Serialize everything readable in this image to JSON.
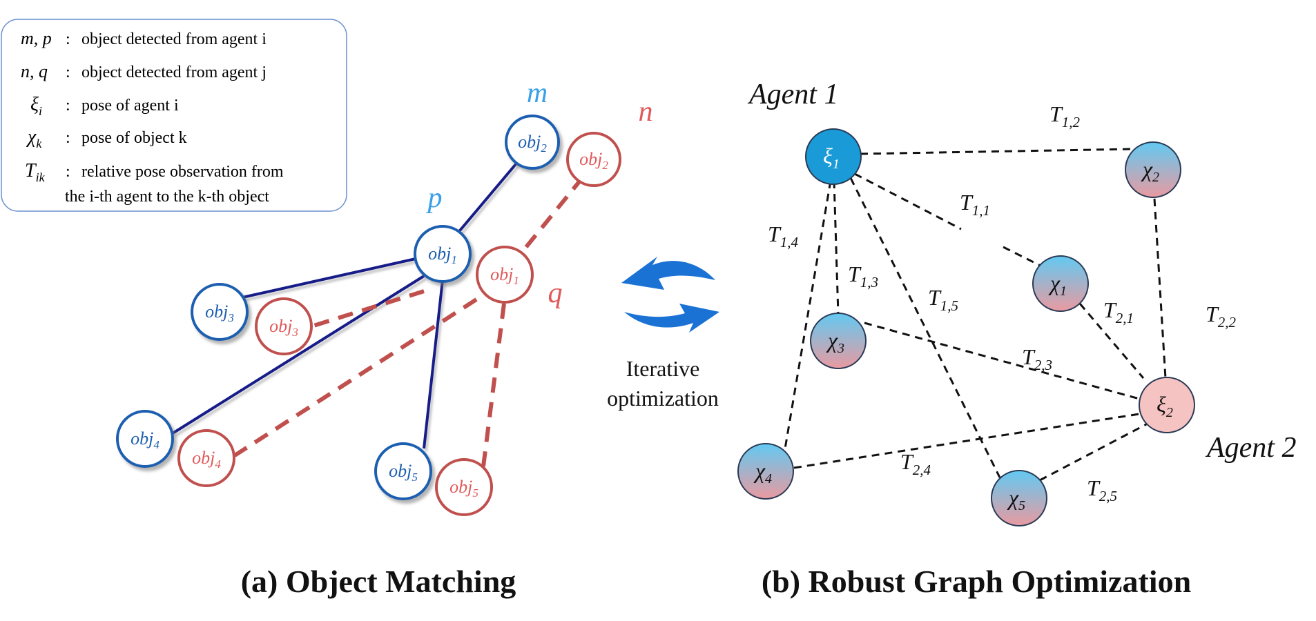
{
  "legend": {
    "rows": [
      {
        "symbol": "m, p",
        "colon": ":",
        "description": "object detected from agent i"
      },
      {
        "symbol": "n, q",
        "colon": ":",
        "description": "object detected from agent j"
      },
      {
        "symbol": "ξi",
        "colon": ":",
        "description": "pose of agent i"
      },
      {
        "symbol": "χk",
        "colon": ":",
        "description": "pose of object k"
      },
      {
        "symbol": "Tik",
        "colon": ":",
        "description": "relative pose observation from",
        "description_line2": "the i-th agent to the k-th object"
      }
    ]
  },
  "object_matching": {
    "caption": "(a) Object Matching",
    "group_labels": {
      "m": "m",
      "n": "n",
      "p": "p",
      "q": "q"
    },
    "blue_nodes": [
      {
        "label": "obj",
        "sub": "2"
      },
      {
        "label": "obj",
        "sub": "1"
      },
      {
        "label": "obj",
        "sub": "3"
      },
      {
        "label": "obj",
        "sub": "4"
      },
      {
        "label": "obj",
        "sub": "5"
      }
    ],
    "red_nodes": [
      {
        "label": "obj",
        "sub": "2"
      },
      {
        "label": "obj",
        "sub": "1"
      },
      {
        "label": "obj",
        "sub": "3"
      },
      {
        "label": "obj",
        "sub": "4"
      },
      {
        "label": "obj",
        "sub": "5"
      }
    ],
    "colors": {
      "blue": "#1f5fb0",
      "blue_edge": "#111a8a",
      "red": "#c0504d",
      "red_text": "#e05a5a",
      "label_blue": "#3aa0e8"
    }
  },
  "iteration": {
    "line1": "Iterative",
    "line2": "optimization",
    "arrow_color": "#1a72d4"
  },
  "graph_optimization": {
    "caption": "(b) Robust Graph Optimization",
    "agent1_label": "Agent 1",
    "agent2_label": "Agent 2",
    "nodes": {
      "xi1": {
        "base": "ξ",
        "sub": "1"
      },
      "xi2": {
        "base": "ξ",
        "sub": "2"
      },
      "chi1": {
        "base": "χ",
        "sub": "1"
      },
      "chi2": {
        "base": "χ",
        "sub": "2"
      },
      "chi3": {
        "base": "χ",
        "sub": "3"
      },
      "chi4": {
        "base": "χ",
        "sub": "4"
      },
      "chi5": {
        "base": "χ",
        "sub": "5"
      }
    },
    "edge_labels": {
      "t12": {
        "base": "T",
        "sub": "1,2"
      },
      "t11": {
        "base": "T",
        "sub": "1,1"
      },
      "t14": {
        "base": "T",
        "sub": "1,4"
      },
      "t13": {
        "base": "T",
        "sub": "1,3"
      },
      "t15": {
        "base": "T",
        "sub": "1,5"
      },
      "t21": {
        "base": "T",
        "sub": "2,1"
      },
      "t22": {
        "base": "T",
        "sub": "2,2"
      },
      "t23": {
        "base": "T",
        "sub": "2,3"
      },
      "t24": {
        "base": "T",
        "sub": "2,4"
      },
      "t25": {
        "base": "T",
        "sub": "2,5"
      }
    },
    "colors": {
      "agent1": "#1a9ad6",
      "gradient_top": "#6cc8f0",
      "gradient_bottom": "#e69aa0",
      "agent2": "#f6c3c3"
    }
  }
}
